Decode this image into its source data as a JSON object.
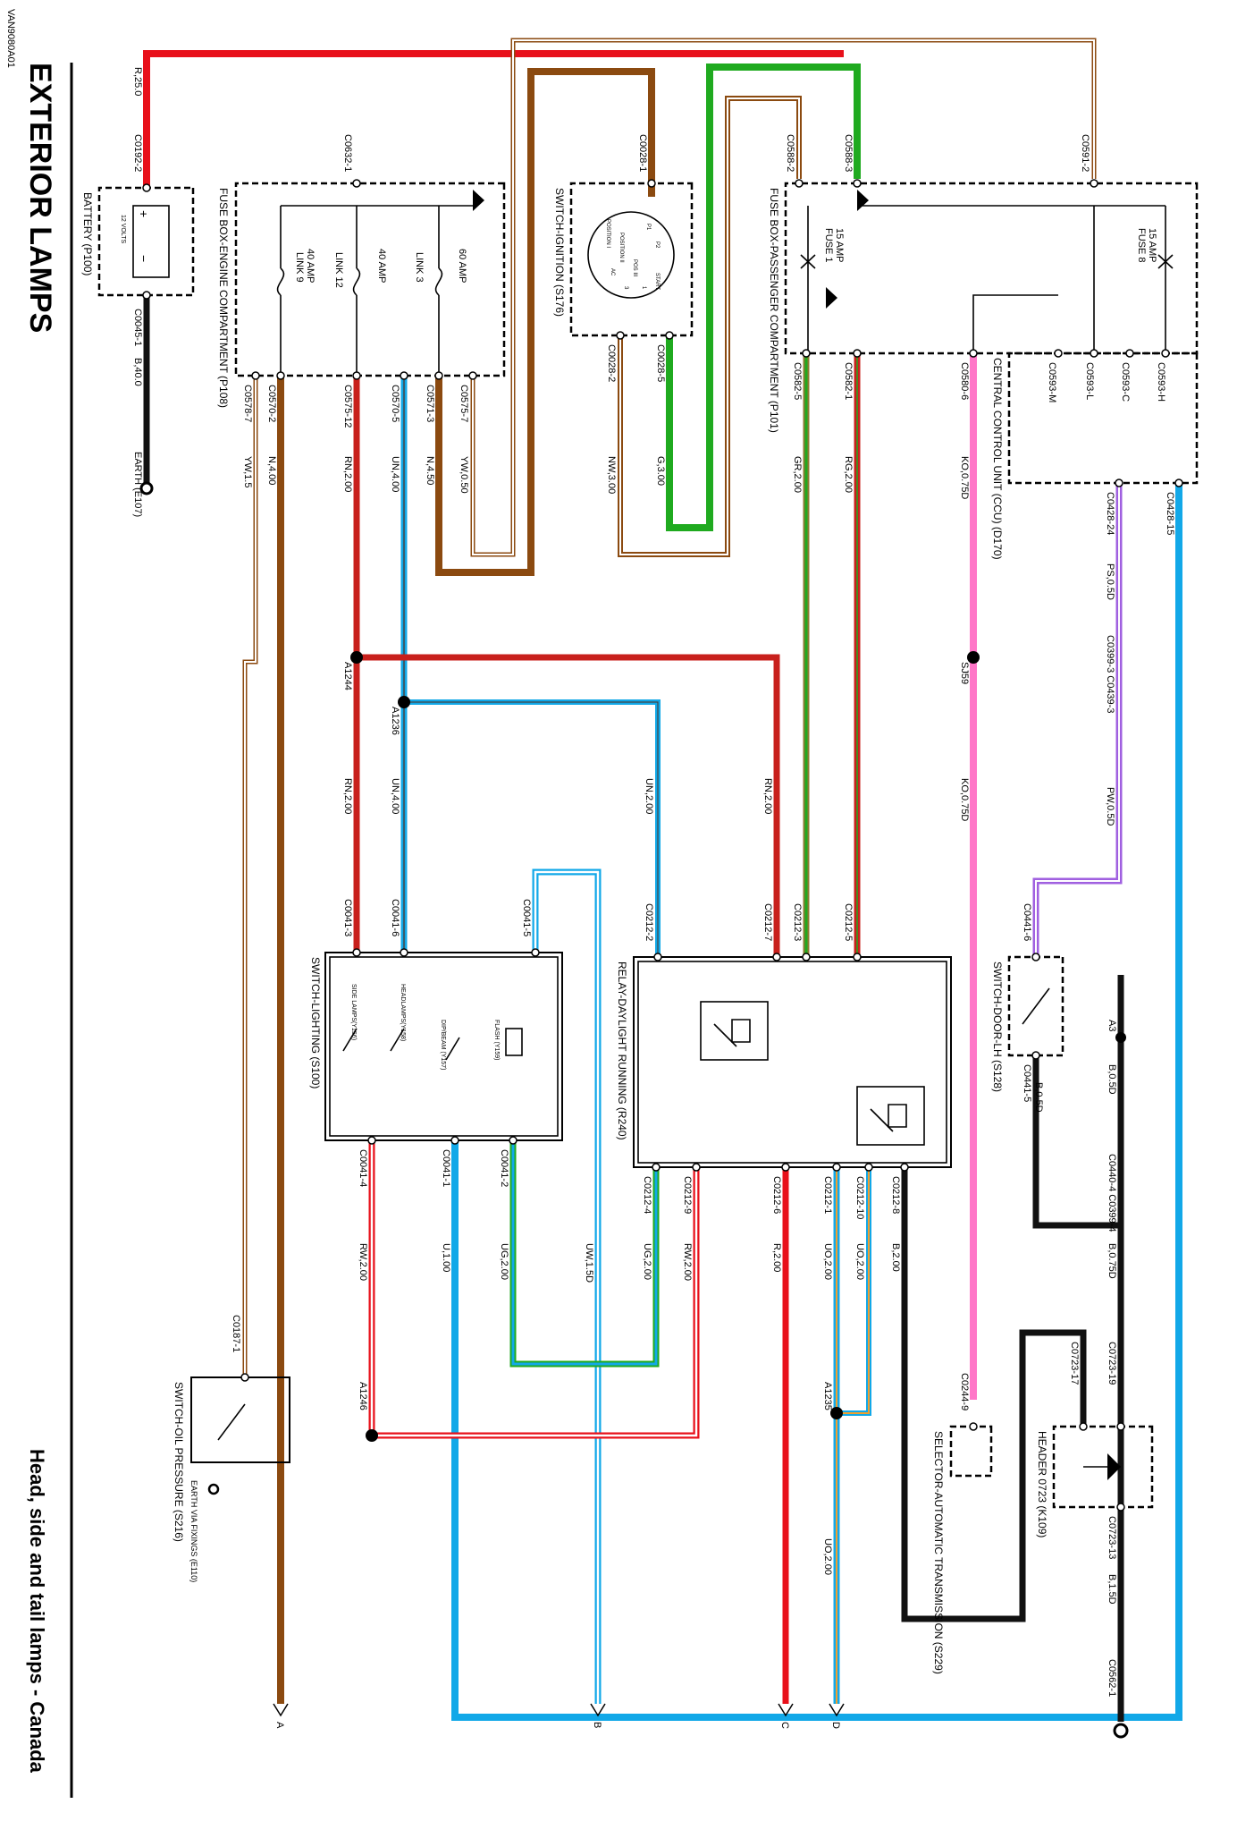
{
  "page": {
    "title": "EXTERIOR LAMPS",
    "subtitle": "Head, side and tail lamps - Canada",
    "drawing_id": "VAN9080A01"
  },
  "components": {
    "battery": "BATTERY (P100)",
    "battery_voltage": "12 VOLTS",
    "earth_e107": "EARTH (E107)",
    "fuse_box_engine": "FUSE BOX-ENGINE COMPARTMENT (P108)",
    "link9": "LINK 9",
    "link9_rating": "40 AMP",
    "link12": "LINK 12",
    "link12_rating": "40 AMP",
    "link3": "LINK 3",
    "link3_rating": "60 AMP",
    "switch_ignition": "SWITCH-IGNITION (S176)",
    "fuse_box_passenger": "FUSE BOX-PASSENGER COMPARTMENT (P101)",
    "fuse1": "FUSE 1",
    "fuse1_rating": "15 AMP",
    "fuse8": "FUSE 8",
    "fuse8_rating": "15 AMP",
    "ccu": "CENTRAL CONTROL UNIT (CCU) (D170)",
    "switch_lighting": "SWITCH-LIGHTING (S100)",
    "side_lamps": "SIDE LAMPS(Y156)",
    "headlamps": "HEADLAMPS(Y158)",
    "dip_beam": "DIP/BEAM (Y157)",
    "flash": "FLASH (Y159)",
    "relay_drl": "RELAY-DAYLIGHT RUNNING (R240)",
    "switch_door": "SWITCH-DOOR-LH (S128)",
    "header": "HEADER 0723 (K109)",
    "selector": "SELECTOR-AUTOMATIC TRANSMISSION (S229)",
    "switch_oil": "SWITCH-OIL PRESSURE (S216)",
    "earth_fixings": "EARTH VIA FIXINGS (E110)"
  },
  "ignition_positions": [
    "POSITION I",
    "POSITION II",
    "POS III",
    "START"
  ],
  "ignition_contacts": [
    "P1",
    "P2",
    "AC",
    "3",
    "1"
  ],
  "connectors": {
    "c0192_2": "C0192-2",
    "c0045_1": "C0045-1",
    "c0632_1": "C0632-1",
    "c0578_7": "C0578-7",
    "c0570_2": "C0570-2",
    "c0575_12": "C0575-12",
    "c0570_5": "C0570-5",
    "c0571_3": "C0571-3",
    "c0575_7": "C0575-7",
    "c0028_1": "C0028-1",
    "c0028_2": "C0028-2",
    "c0028_5": "C0028-5",
    "c0591_2": "C0591-2",
    "c0588_3": "C0588-3",
    "c0588_2": "C0588-2",
    "c0582_5": "C0582-5",
    "c0582_1": "C0582-1",
    "c0580_6": "C0580-6",
    "c0593_m": "C0593-M",
    "c0593_l": "C0593-L",
    "c0593_c": "C0593-C",
    "c0593_h": "C0593-H",
    "c0428_24": "C0428-24",
    "c0428_15": "C0428-15",
    "c0399_3": "C0399-3 C0439-3",
    "c0041_3": "C0041-3",
    "c0041_6": "C0041-6",
    "c0041_5": "C0041-5",
    "c0041_4": "C0041-4",
    "c0041_1": "C0041-1",
    "c0041_2": "C0041-2",
    "c0212_2": "C0212-2",
    "c0212_7": "C0212-7",
    "c0212_3": "C0212-3",
    "c0212_5": "C0212-5",
    "c0212_4": "C0212-4",
    "c0212_9": "C0212-9",
    "c0212_6": "C0212-6",
    "c0212_1": "C0212-1",
    "c0212_10": "C0212-10",
    "c0212_8": "C0212-8",
    "c0441_6": "C0441-6",
    "c0441_5": "C0441-5",
    "c0440_4": "C0440-4 C0399-4",
    "c0723_17": "C0723-17",
    "c0723_19": "C0723-19",
    "c0723_13": "C0723-13",
    "c0562_1": "C0562-1",
    "c0244_9": "C0244-9",
    "c0187_1": "C0187-1"
  },
  "wires": {
    "r25": "R,25.0",
    "b40": "B,40.0",
    "yw15": "YW,1.5",
    "n40": "N,4.00",
    "rn200": "RN,2.00",
    "un400": "UN,4.00",
    "n450": "N,4.50",
    "yw050": "YW,0.50",
    "nw300": "NW,3.00",
    "g300": "G,3.00",
    "gr200": "GR,2.00",
    "rg200": "RG,2.00",
    "ko075": "KO,0.75D",
    "ps050": "PS,0.5D",
    "pw050": "PW,0.5D",
    "un200": "UN,2.00",
    "b050": "B,0.5D",
    "b075": "B,0.75D",
    "b150": "B,1.5D",
    "b200": "B,2.00",
    "uo200": "UO,2.00",
    "r200": "R,2.00",
    "rw200": "RW,2.00",
    "ug200": "UG,2.00",
    "uw150": "UW,1.5D",
    "u100": "U,1.00"
  },
  "splices": {
    "a1244": "A1244",
    "a1236": "A1236",
    "sj59": "SJ59",
    "a3": "A3",
    "a1235": "A1235",
    "a1246": "A1246"
  },
  "terminals": {
    "a": "A",
    "b": "B",
    "c": "C",
    "d": "D"
  },
  "colors": {
    "red": "#e8101a",
    "black": "#111111",
    "brown": "#8b4a10",
    "green": "#1faa1f",
    "dark_red": "#c8201c",
    "blue": "#12a8e8",
    "pink": "#ff77c8",
    "purple": "#a060e0",
    "orange": "#f0a030"
  }
}
